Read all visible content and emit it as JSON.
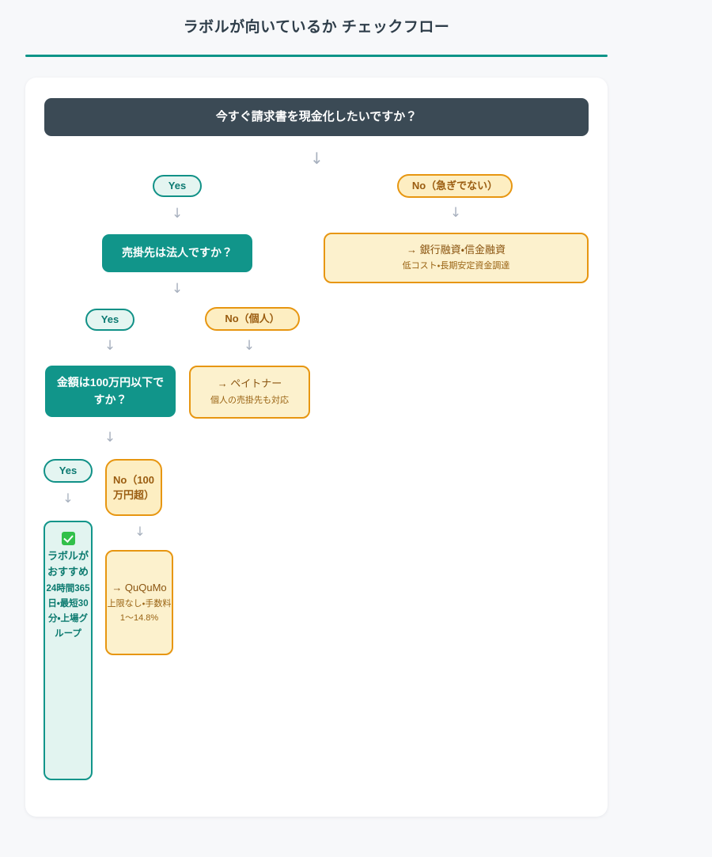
{
  "header": {
    "title": "ラボルが向いているか チェックフロー",
    "rule_color": "#0d9488"
  },
  "colors": {
    "page_bg": "#f7f8fa",
    "card_bg": "#ffffff",
    "teal": "#11958a",
    "dark_slate": "#3b4a55",
    "orange_border": "#e79611",
    "cream_bg": "#fcf1cd",
    "arrow": "#a7b0be"
  },
  "flow": {
    "root_question": "今すぐ請求書を現金化したいですか？",
    "arrow_glyph": "↓",
    "branch_yes": {
      "label": "Yes",
      "question": "売掛先は法人ですか？",
      "branch_yes": {
        "label": "Yes",
        "question": "金額は100万円以下ですか？",
        "branch_yes": {
          "label": "Yes",
          "result_title": "ラボルがおすすめ",
          "result_sub": "24時間365日・最短30分・上場グループ",
          "result_icon": "white-check-mark-emoji"
        },
        "branch_no": {
          "label": "No（100万円超）",
          "result_title": "→ QuQuMo",
          "result_sub": "上限なし・手数料1〜14.8%"
        }
      },
      "branch_no": {
        "label": "No（個人）",
        "result_title": "→ ペイトナー",
        "result_sub": "個人の売掛先も対応"
      }
    },
    "branch_no": {
      "label": "No（急ぎでない）",
      "result_title": "→ 銀行融資・信金融資",
      "result_sub": "低コスト・長期安定資金調達"
    }
  }
}
